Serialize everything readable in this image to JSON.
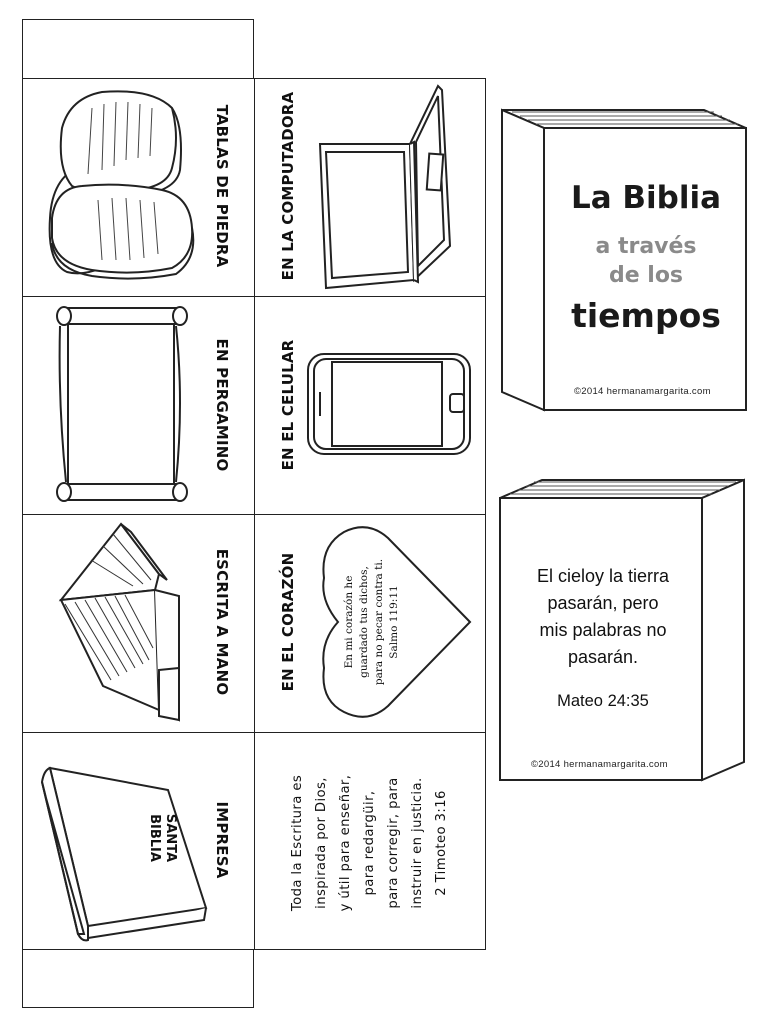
{
  "panels": {
    "stone_tablets": "TABLAS DE PIEDRA",
    "computer": "EN LA COMPUTADORA",
    "parchment": "EN PERGAMINO",
    "cellphone": "EN EL CELULAR",
    "handwritten": "ESCRITA A MANO",
    "heart": "EN EL CORAZÓN",
    "printed": "IMPRESA"
  },
  "heart_verse": {
    "lines": [
      "En mi corazón he",
      "guardado tus dichos,",
      "para no pecar contra ti.",
      "Salmo 119:11"
    ]
  },
  "bible_cover": {
    "line1": "SANTA",
    "line2": "BIBLIA"
  },
  "main_verse": {
    "lines": [
      "Toda la Escritura es",
      "inspirada por Dios,",
      "y útil para enseñar,",
      "para redargüir,",
      "para corregir, para",
      "instruir en justicia."
    ],
    "reference": "2 Timoteo 3:16"
  },
  "book1": {
    "title": "La Biblia",
    "subtitle_line1": "a través",
    "subtitle_line2": "de los",
    "title2": "tiempos",
    "copyright": "©2014 hermanamargarita.com"
  },
  "book2": {
    "quote_line1": "El cieloy la tierra",
    "quote_line2": "pasarán, pero",
    "quote_line3": "mis palabras no",
    "quote_line4": "pasarán.",
    "reference": "Mateo 24:35",
    "copyright": "©2014 hermanamargarita.com"
  },
  "colors": {
    "subtitle_gray": "#8a8a8a",
    "line": "#222222"
  }
}
